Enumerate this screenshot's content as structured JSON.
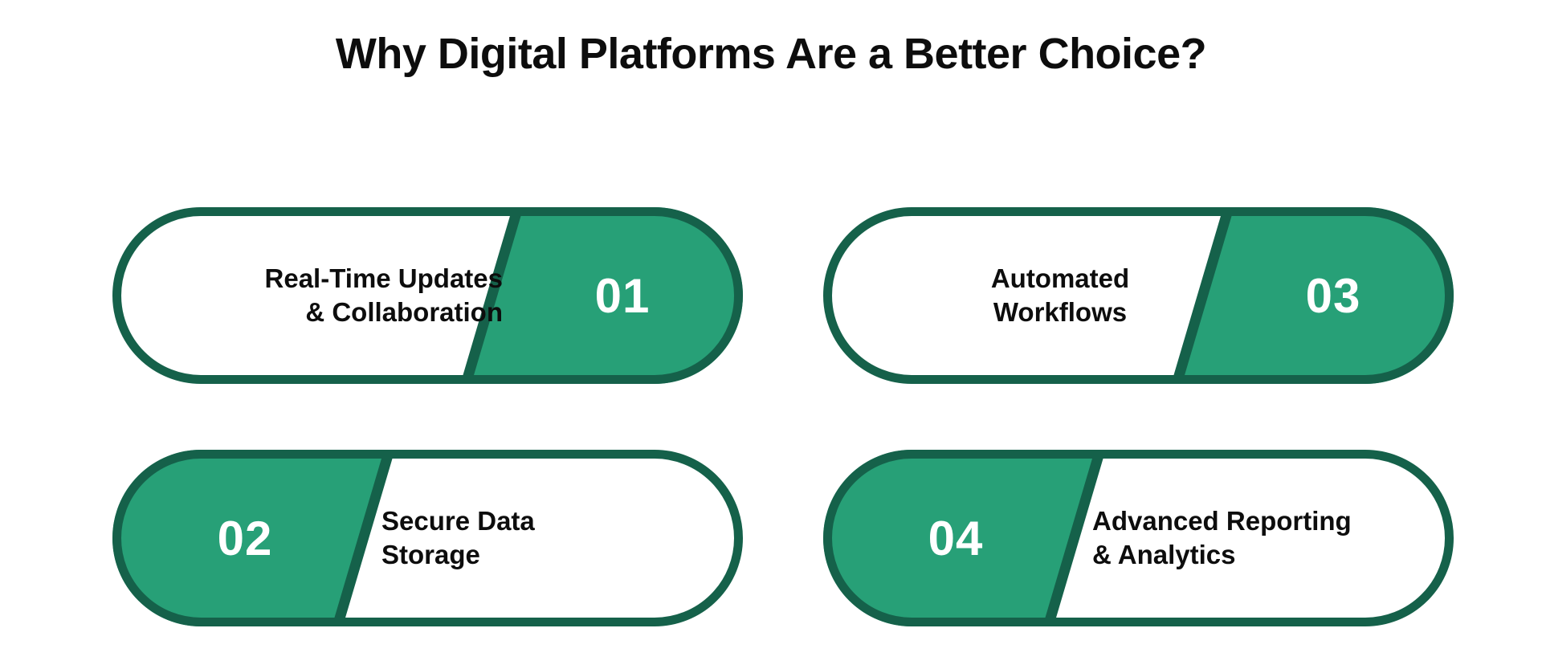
{
  "title": "Why Digital Platforms Are a Better Choice?",
  "colors": {
    "border_green": "#15614a",
    "fill_green": "#27a077",
    "text_black": "#0d0d0d",
    "number_white": "#ffffff",
    "background": "#ffffff"
  },
  "cards": [
    {
      "number": "01",
      "label_line1": "Real-Time Updates",
      "label_line2": "& Collaboration",
      "number_side": "right"
    },
    {
      "number": "02",
      "label_line1": "Secure Data",
      "label_line2": "Storage",
      "number_side": "left"
    },
    {
      "number": "03",
      "label_line1": "Automated",
      "label_line2": "Workflows",
      "number_side": "right"
    },
    {
      "number": "04",
      "label_line1": "Advanced Reporting",
      "label_line2": "& Analytics",
      "number_side": "left"
    }
  ]
}
